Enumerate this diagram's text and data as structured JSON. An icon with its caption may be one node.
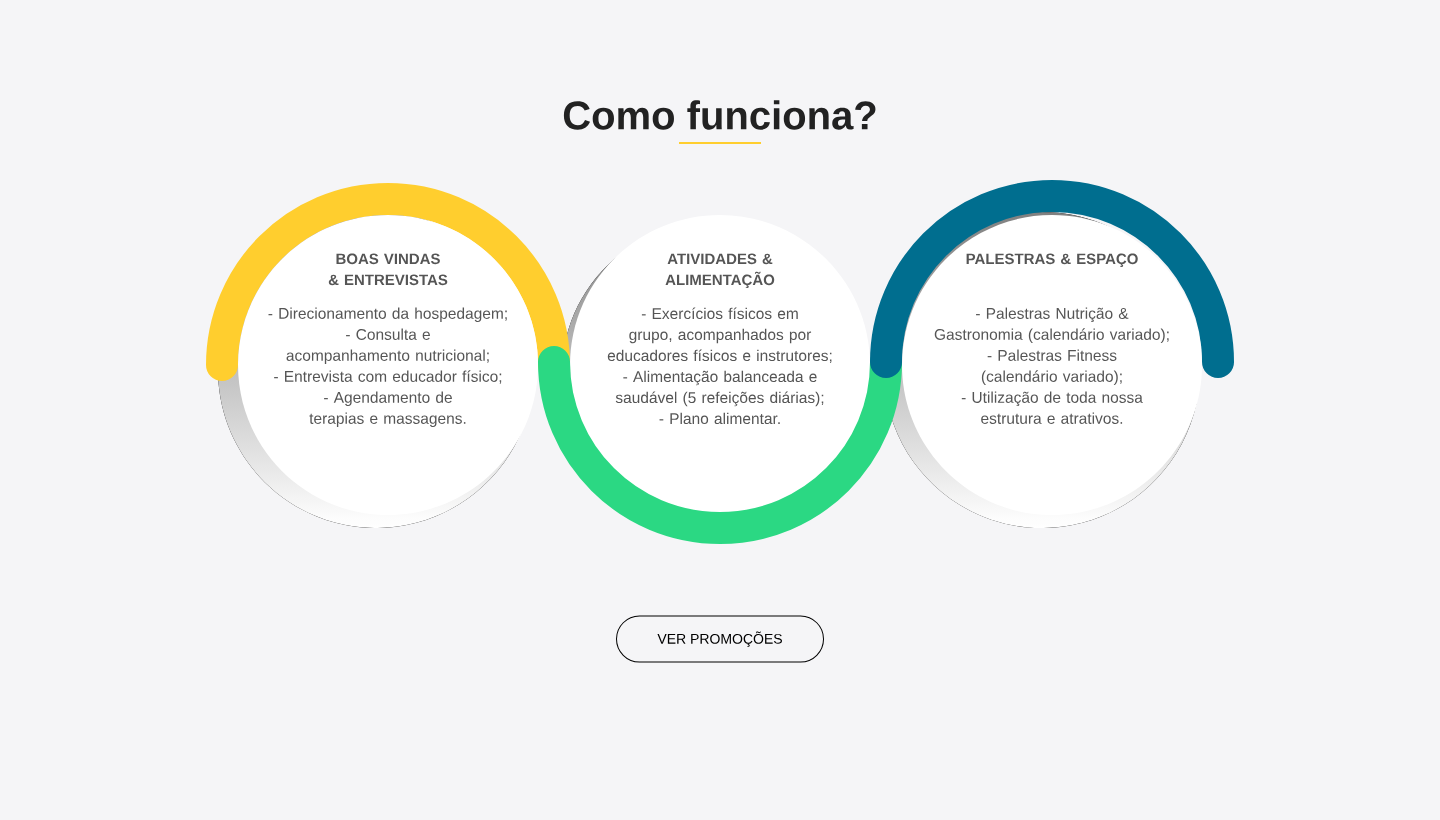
{
  "diagram": {
    "title": "Como funciona?",
    "nodes": [
      {
        "text": [
          "BOAS VINDAS & ENTREVISTAS",
          "- Direcionamento da hospedagem;",
          "- Consulta e acompanhamento nutricional;",
          "- Entrevista com educador físico;",
          "- Agendamento de terapias e massagens."
        ]
      },
      {
        "text": [
          "ATIVIDADES & ALIMENTAÇÃO",
          "- Exercícios físicos em grupo, acompanhados por educadores físicos e instrutores;",
          "- Alimentação balanceada e saudável (5 refeições diárias);",
          "- Plano alimentar."
        ]
      },
      {
        "text": [
          "PALESTRAS & ESPAÇO",
          "- Palestras Nutrição & Gastronomia (calendário variado);",
          "- Palestras Fitness (calendário variado);",
          "- Utilização de toda nossa estrutura e atrativos."
        ]
      },
      {
        "text": [
          "VER PROMOÇÕES"
        ]
      }
    ]
  }
}
